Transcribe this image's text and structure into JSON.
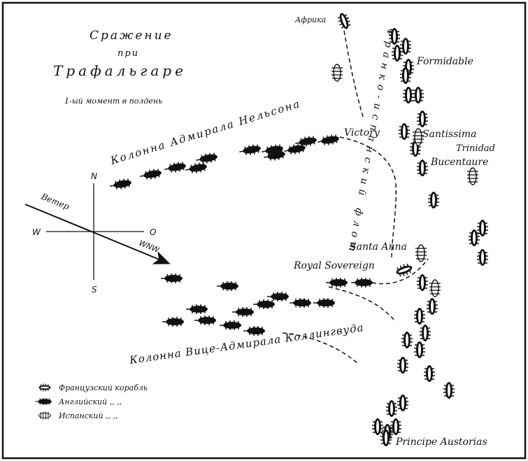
{
  "title": {
    "line1": "Сражение",
    "line2": "при",
    "line3": "Трафальгаре",
    "moment": "1-ый момент в полдень"
  },
  "columns": {
    "nelson": "Колонна Адмирала Нельсона",
    "collingwood": "Колонна Вице-Адмирала Коллингвуда",
    "enemy_fleet": "Франко-испанский флот"
  },
  "ships": {
    "africa": "Африка",
    "formidable": "Formidable",
    "victory": "Victory",
    "santissima": "Santissima",
    "trinidad": "Trinidad",
    "bucentaure": "Bucentaure",
    "santa_anna": "Santa Anna",
    "royal_sovereign": "Royal Sovereign",
    "principe": "Principe Austorias"
  },
  "compass": {
    "north": "N",
    "south": "S",
    "west": "W",
    "east": "O",
    "wind": "Ветер",
    "wind_dir": "WNW"
  },
  "legend": {
    "french": "Французский корабль",
    "english": "Английский  ,,    ,,",
    "spanish": "Испанский   ,,    ,,"
  },
  "colors": {
    "ink": "#111111",
    "paper": "#ffffff"
  }
}
